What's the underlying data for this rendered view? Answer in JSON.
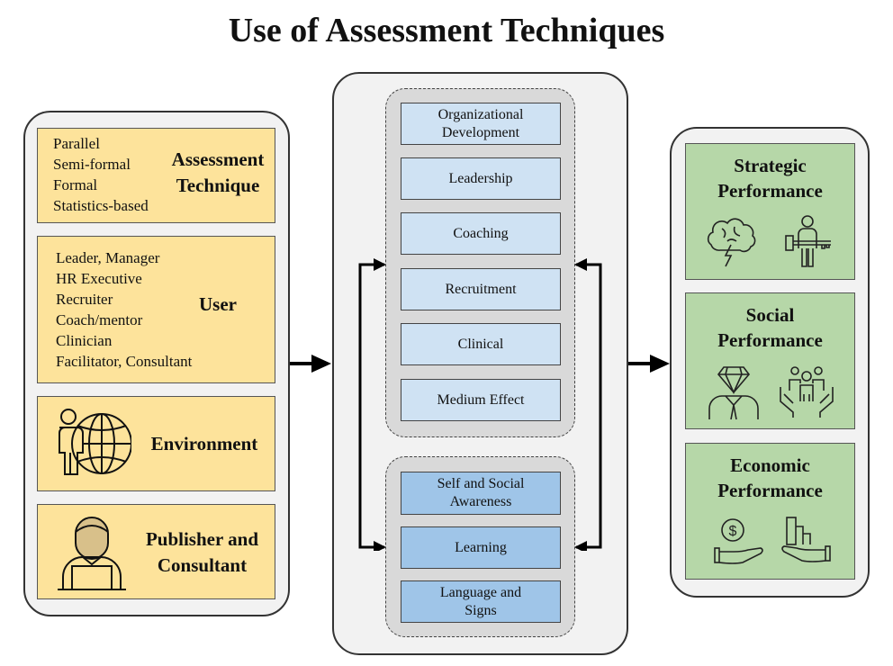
{
  "title": "Use of Assessment Techniques",
  "left": {
    "assessment_technique": {
      "label_line1": "Assessment",
      "label_line2": "Technique",
      "items": [
        "Parallel",
        "Semi-formal",
        "Formal",
        "Statistics-based"
      ]
    },
    "user": {
      "label": "User",
      "items": [
        "Leader, Manager",
        "HR Executive",
        "Recruiter",
        "Coach/mentor",
        "Clinician",
        "Facilitator, Consultant"
      ]
    },
    "environment": {
      "label": "Environment",
      "icon": "person-globe-icon"
    },
    "publisher": {
      "label_line1": "Publisher and",
      "label_line2": "Consultant",
      "icon": "person-laptop-icon"
    }
  },
  "center": {
    "upper_group": [
      {
        "line1": "Organizational",
        "line2": "Development"
      },
      {
        "line1": "Leadership",
        "line2": ""
      },
      {
        "line1": "Coaching",
        "line2": ""
      },
      {
        "line1": "Recruitment",
        "line2": ""
      },
      {
        "line1": "Clinical",
        "line2": ""
      },
      {
        "line1": "Medium Effect",
        "line2": ""
      }
    ],
    "lower_group": [
      {
        "line1": "Self and Social",
        "line2": "Awareness"
      },
      {
        "line1": "Learning",
        "line2": ""
      },
      {
        "line1": "Language and",
        "line2": "Signs"
      }
    ]
  },
  "right": [
    {
      "line1": "Strategic",
      "line2": "Performance",
      "icons": [
        "brain-lightning-icon",
        "person-key-icon"
      ]
    },
    {
      "line1": "Social",
      "line2": "Performance",
      "icons": [
        "diamond-head-person-icon",
        "hands-holding-people-icon"
      ]
    },
    {
      "line1": "Economic",
      "line2": "Performance",
      "icons": [
        "hand-dollar-coin-icon",
        "hand-bar-chart-icon"
      ]
    }
  ],
  "colors": {
    "yellow": "#fde39b",
    "green": "#b6d7a8",
    "light_blue": "#cfe2f3",
    "mid_blue": "#9fc5e8",
    "panel_gray": "#f2f2f2",
    "group_gray": "#d9d9d9"
  }
}
